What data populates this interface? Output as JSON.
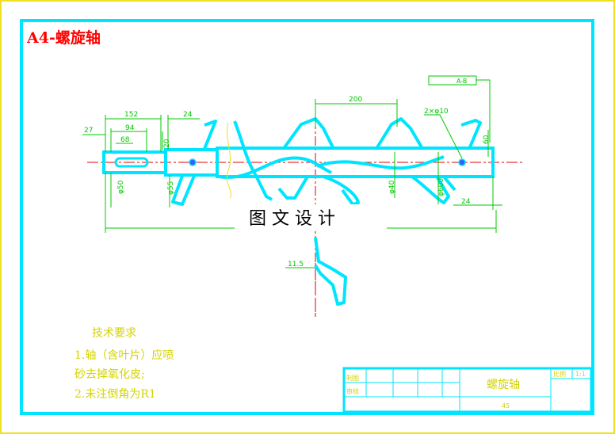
{
  "sheet": {
    "title": "A4-螺旋轴",
    "watermark": "图 文 设 计",
    "colors": {
      "border": "#00e5ff",
      "dimension": "#00c800",
      "centerline": "#e00000",
      "title": "#ff0000",
      "notes": "#d4d400",
      "outer": "#f0e020"
    }
  },
  "dimensions": {
    "d200": "200",
    "d152": "152",
    "d24a": "24",
    "d27": "27",
    "d94": "94",
    "d68": "68",
    "d20": "20",
    "d2x10": "2×φ10",
    "d50": "φ50",
    "d55": "φ55",
    "d40": "φ40",
    "d600": "φ600",
    "d60": "60",
    "d24b": "24",
    "d11_5": "11.5",
    "datum_label": "A-B"
  },
  "tech_notes": {
    "heading": "技术要求",
    "line1": "1.轴（含叶片）应喷",
    "line2": "砂去掉氧化皮;",
    "line3": "2.未注倒角为R1"
  },
  "title_block": {
    "part_name": "螺旋轴",
    "material": "45",
    "label_drawn": "制图",
    "label_checked": "审核",
    "label_scale": "比例",
    "scale_value": "1:1"
  }
}
